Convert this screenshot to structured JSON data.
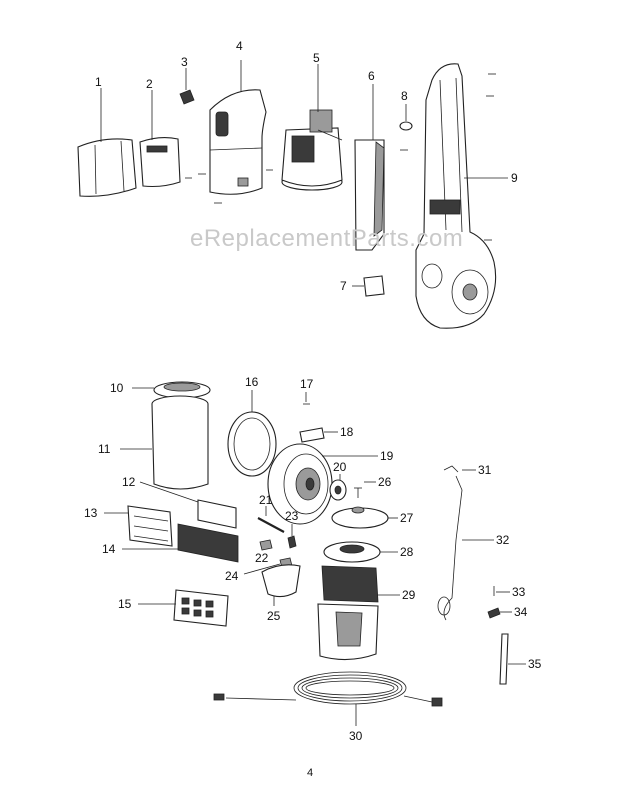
{
  "watermark": "eReplacementParts.com",
  "page_number": "4",
  "callouts": {
    "c1": "1",
    "c2": "2",
    "c3": "3",
    "c4": "4",
    "c5": "5",
    "c6": "6",
    "c7": "7",
    "c8": "8",
    "c9": "9",
    "c10": "10",
    "c11": "11",
    "c12": "12",
    "c13": "13",
    "c14": "14",
    "c15": "15",
    "c16": "16",
    "c17": "17",
    "c18": "18",
    "c19": "19",
    "c20": "20",
    "c21": "21",
    "c22": "22",
    "c23": "23",
    "c24": "24",
    "c25": "25",
    "c26": "26",
    "c27": "27",
    "c28": "28",
    "c29": "29",
    "c30": "30",
    "c31": "31",
    "c32": "32",
    "c33": "33",
    "c34": "34",
    "c35": "35"
  }
}
